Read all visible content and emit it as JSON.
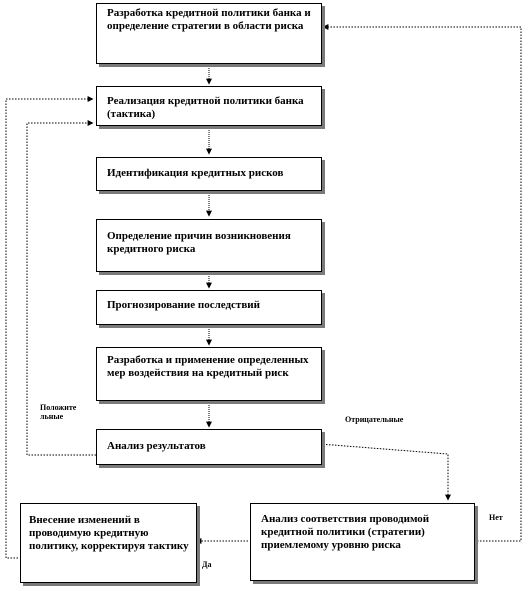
{
  "boxes": {
    "strategy": "Разработка кредитной политики банка и определение стратегии в области риска",
    "tactics": "Реализация кредитной политики банка (тактика)",
    "identification": "Идентификация кредитных рисков",
    "causes": "Определение причин возникновения кредитного риска",
    "forecast": "Прогнозирование последствий",
    "measures": "Разработка и применение определенных мер воздействия на кредитный риск",
    "analysis": "Анализ результатов",
    "conformity": "Анализ соответствия проводимой кредитной политики (стратегии) приемлемому уровню риска",
    "adjust": "Внесение изменений в проводимую кредитную политику, корректируя тактику"
  },
  "labels": {
    "positive": "Положительные",
    "negative": "Отрицательные",
    "no": "Нет",
    "yes": "Да"
  }
}
